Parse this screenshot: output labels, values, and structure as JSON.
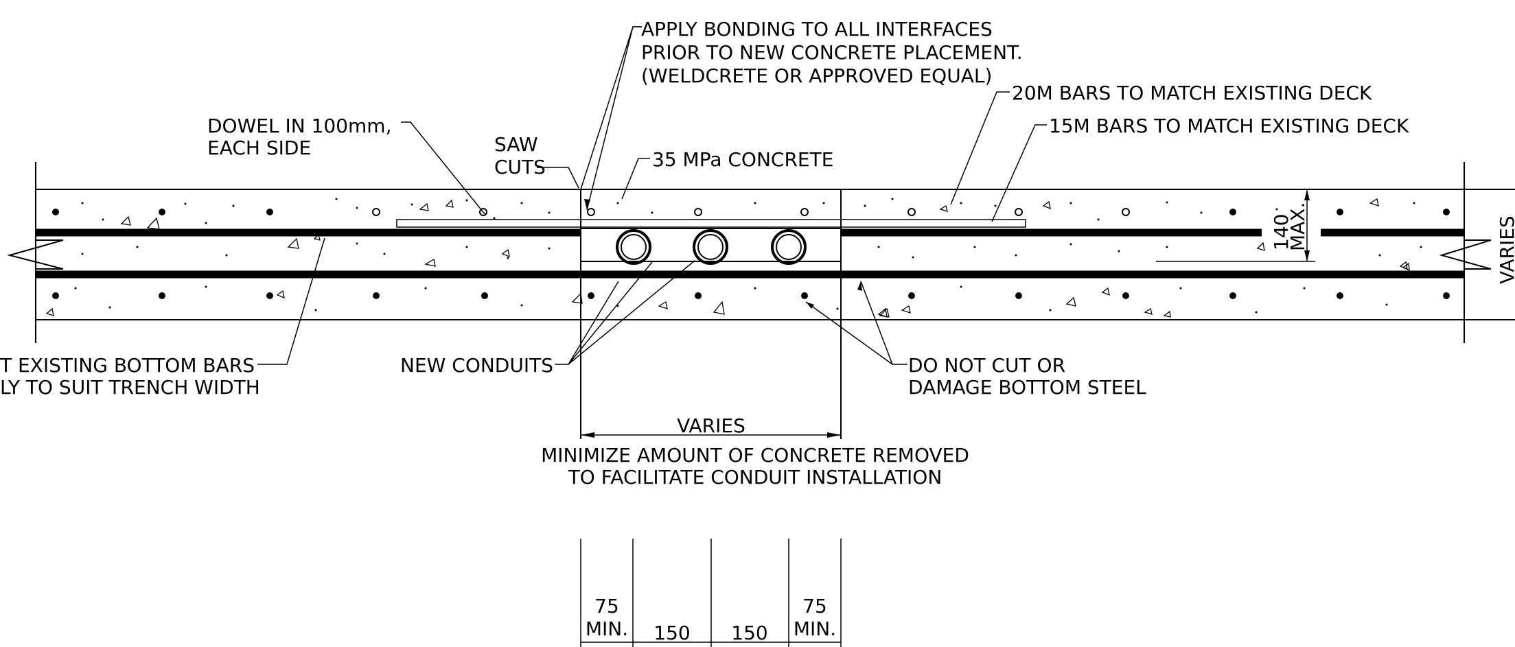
{
  "notes": {
    "bonding_l1": "APPLY BONDING TO ALL INTERFACES",
    "bonding_l2": "PRIOR TO NEW CONCRETE PLACEMENT.",
    "bonding_l3": "(WELDCRETE OR APPROVED EQUAL)",
    "bars20m": "20M BARS TO MATCH EXISTING DECK",
    "bars15m": "15M BARS TO MATCH EXISTING DECK",
    "dowel_l1": "DOWEL IN 100mm,",
    "dowel_l2": "EACH SIDE",
    "saw_l1": "SAW",
    "saw_l2": "CUTS",
    "concrete": "35 MPa CONCRETE",
    "bottom_bars_l1": "T EXISTING BOTTOM BARS",
    "bottom_bars_l2": "LY TO SUIT TRENCH WIDTH",
    "new_conduits": "NEW CONDUITS",
    "do_not_cut_l1": "DO NOT CUT OR",
    "do_not_cut_l2": "DAMAGE BOTTOM STEEL",
    "varies_width": "VARIES",
    "minimize_l1": "MINIMIZE AMOUNT OF CONCRETE REMOVED",
    "minimize_l2": "TO FACILITATE CONDUIT INSTALLATION",
    "varies_side": "VARIES"
  },
  "dims": {
    "depth_value": "140",
    "depth_qual": "MAX.",
    "d1_value": "75",
    "d1_qual": "MIN.",
    "d2_value": "150",
    "d3_value": "150",
    "d4_value": "75",
    "d4_qual": "MIN."
  }
}
